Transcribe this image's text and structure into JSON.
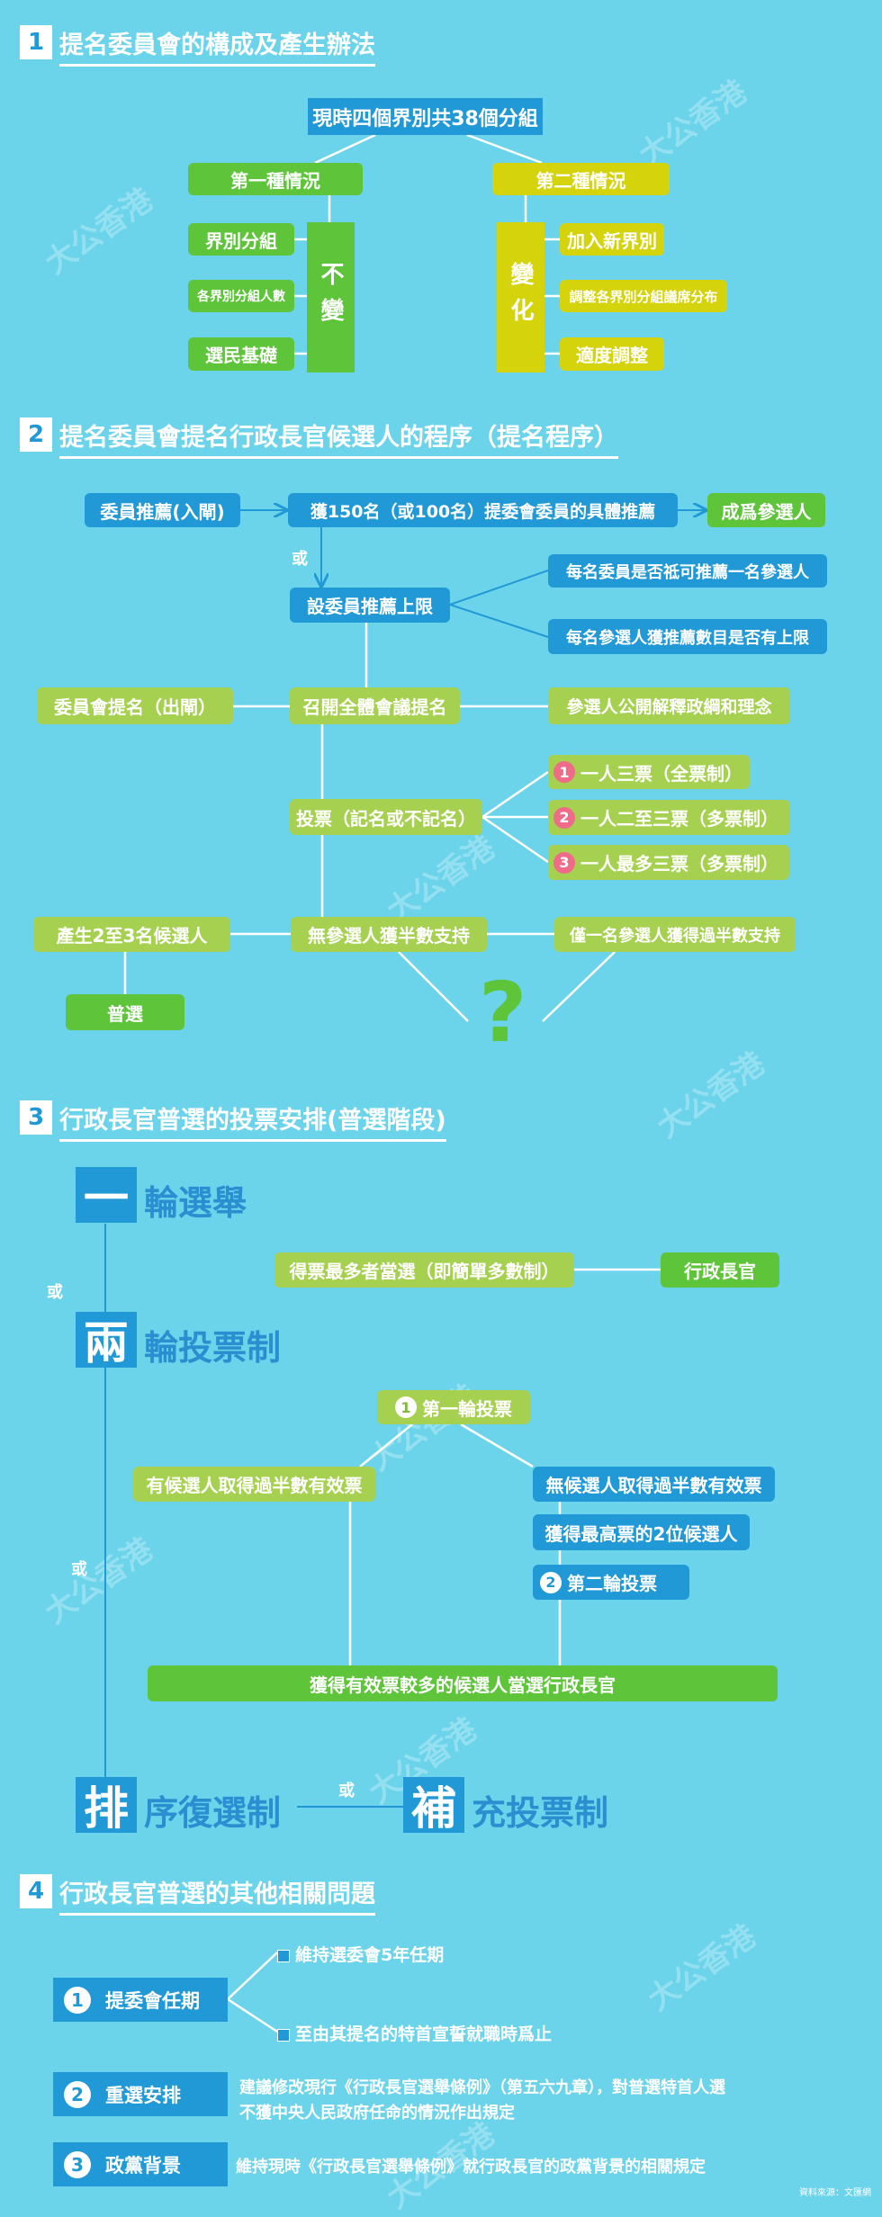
{
  "watermark": "大公香港",
  "section1": {
    "number": "1",
    "title": "提名委員會的構成及產生辦法",
    "root": "現時四個界別共38個分組",
    "case1": {
      "label": "第一種情況",
      "side": "不變",
      "items": [
        "界別分組",
        "各界別分組人數",
        "選民基礎"
      ]
    },
    "case2": {
      "label": "第二種情況",
      "side": "變化",
      "items": [
        "加入新界別",
        "調整各界別分組議席分布",
        "適度調整"
      ]
    }
  },
  "section2": {
    "number": "2",
    "title": "提名委員會提名行政長官候選人的程序（提名程序）",
    "entry": "委員推薦(入閘)",
    "endorse": "獲150名（或100名）提委會委員的具體推薦",
    "become": "成爲參選人",
    "or": "或",
    "cap": "設委員推薦上限",
    "cap_q1": "每名委員是否祗可推薦一名參選人",
    "cap_q2": "每名參選人獲推薦數目是否有上限",
    "committee": "委員會提名（出閘）",
    "plenary": "召開全體會議提名",
    "explain": "參選人公開解釋政綱和理念",
    "vote": "投票（記名或不記名）",
    "options": [
      {
        "num": "1",
        "label": "一人三票（全票制）"
      },
      {
        "num": "2",
        "label": "一人二至三票（多票制）"
      },
      {
        "num": "3",
        "label": "一人最多三票（多票制）"
      }
    ],
    "produce": "產生2至3名候選人",
    "none_half": "無參選人獲半數支持",
    "only_one": "僅一名參選人獲得過半數支持",
    "universal": "普選",
    "question": "?"
  },
  "section3": {
    "number": "3",
    "title": "行政長官普選的投票安排(普選階段)",
    "one_round": {
      "char": "一",
      "text": "輪選舉"
    },
    "plurality": "得票最多者當選（即簡單多數制）",
    "ce": "行政長官",
    "or": "或",
    "two_round": {
      "char": "兩",
      "text": "輪投票制"
    },
    "round1": {
      "num": "1",
      "label": "第一輪投票"
    },
    "has_majority": "有候選人取得過半數有效票",
    "no_majority": "無候選人取得過半數有效票",
    "top_two": "獲得最高票的2位候選人",
    "round2": {
      "num": "2",
      "label": "第二輪投票"
    },
    "winner": "獲得有效票較多的候選人當選行政長官",
    "preferential": {
      "char": "排",
      "text": "序復選制"
    },
    "supplementary": {
      "char": "補",
      "text": "充投票制"
    }
  },
  "section4": {
    "number": "4",
    "title": "行政長官普選的其他相關問題",
    "items": [
      {
        "num": "1",
        "label": "提委會任期",
        "points": [
          "維持選委會5年任期",
          "至由其提名的特首宣誓就職時爲止"
        ]
      },
      {
        "num": "2",
        "label": "重選安排",
        "lines": [
          "建議修改現行《行政長官選舉條例》（第五六九章），對普選特首人選",
          "不獲中央人民政府任命的情況作出規定"
        ]
      },
      {
        "num": "3",
        "label": "政黨背景",
        "lines": [
          "維持現時《行政長官選舉條例》就行政長官的政黨背景的相關規定"
        ]
      }
    ],
    "source": "資料來源：文匯網"
  }
}
